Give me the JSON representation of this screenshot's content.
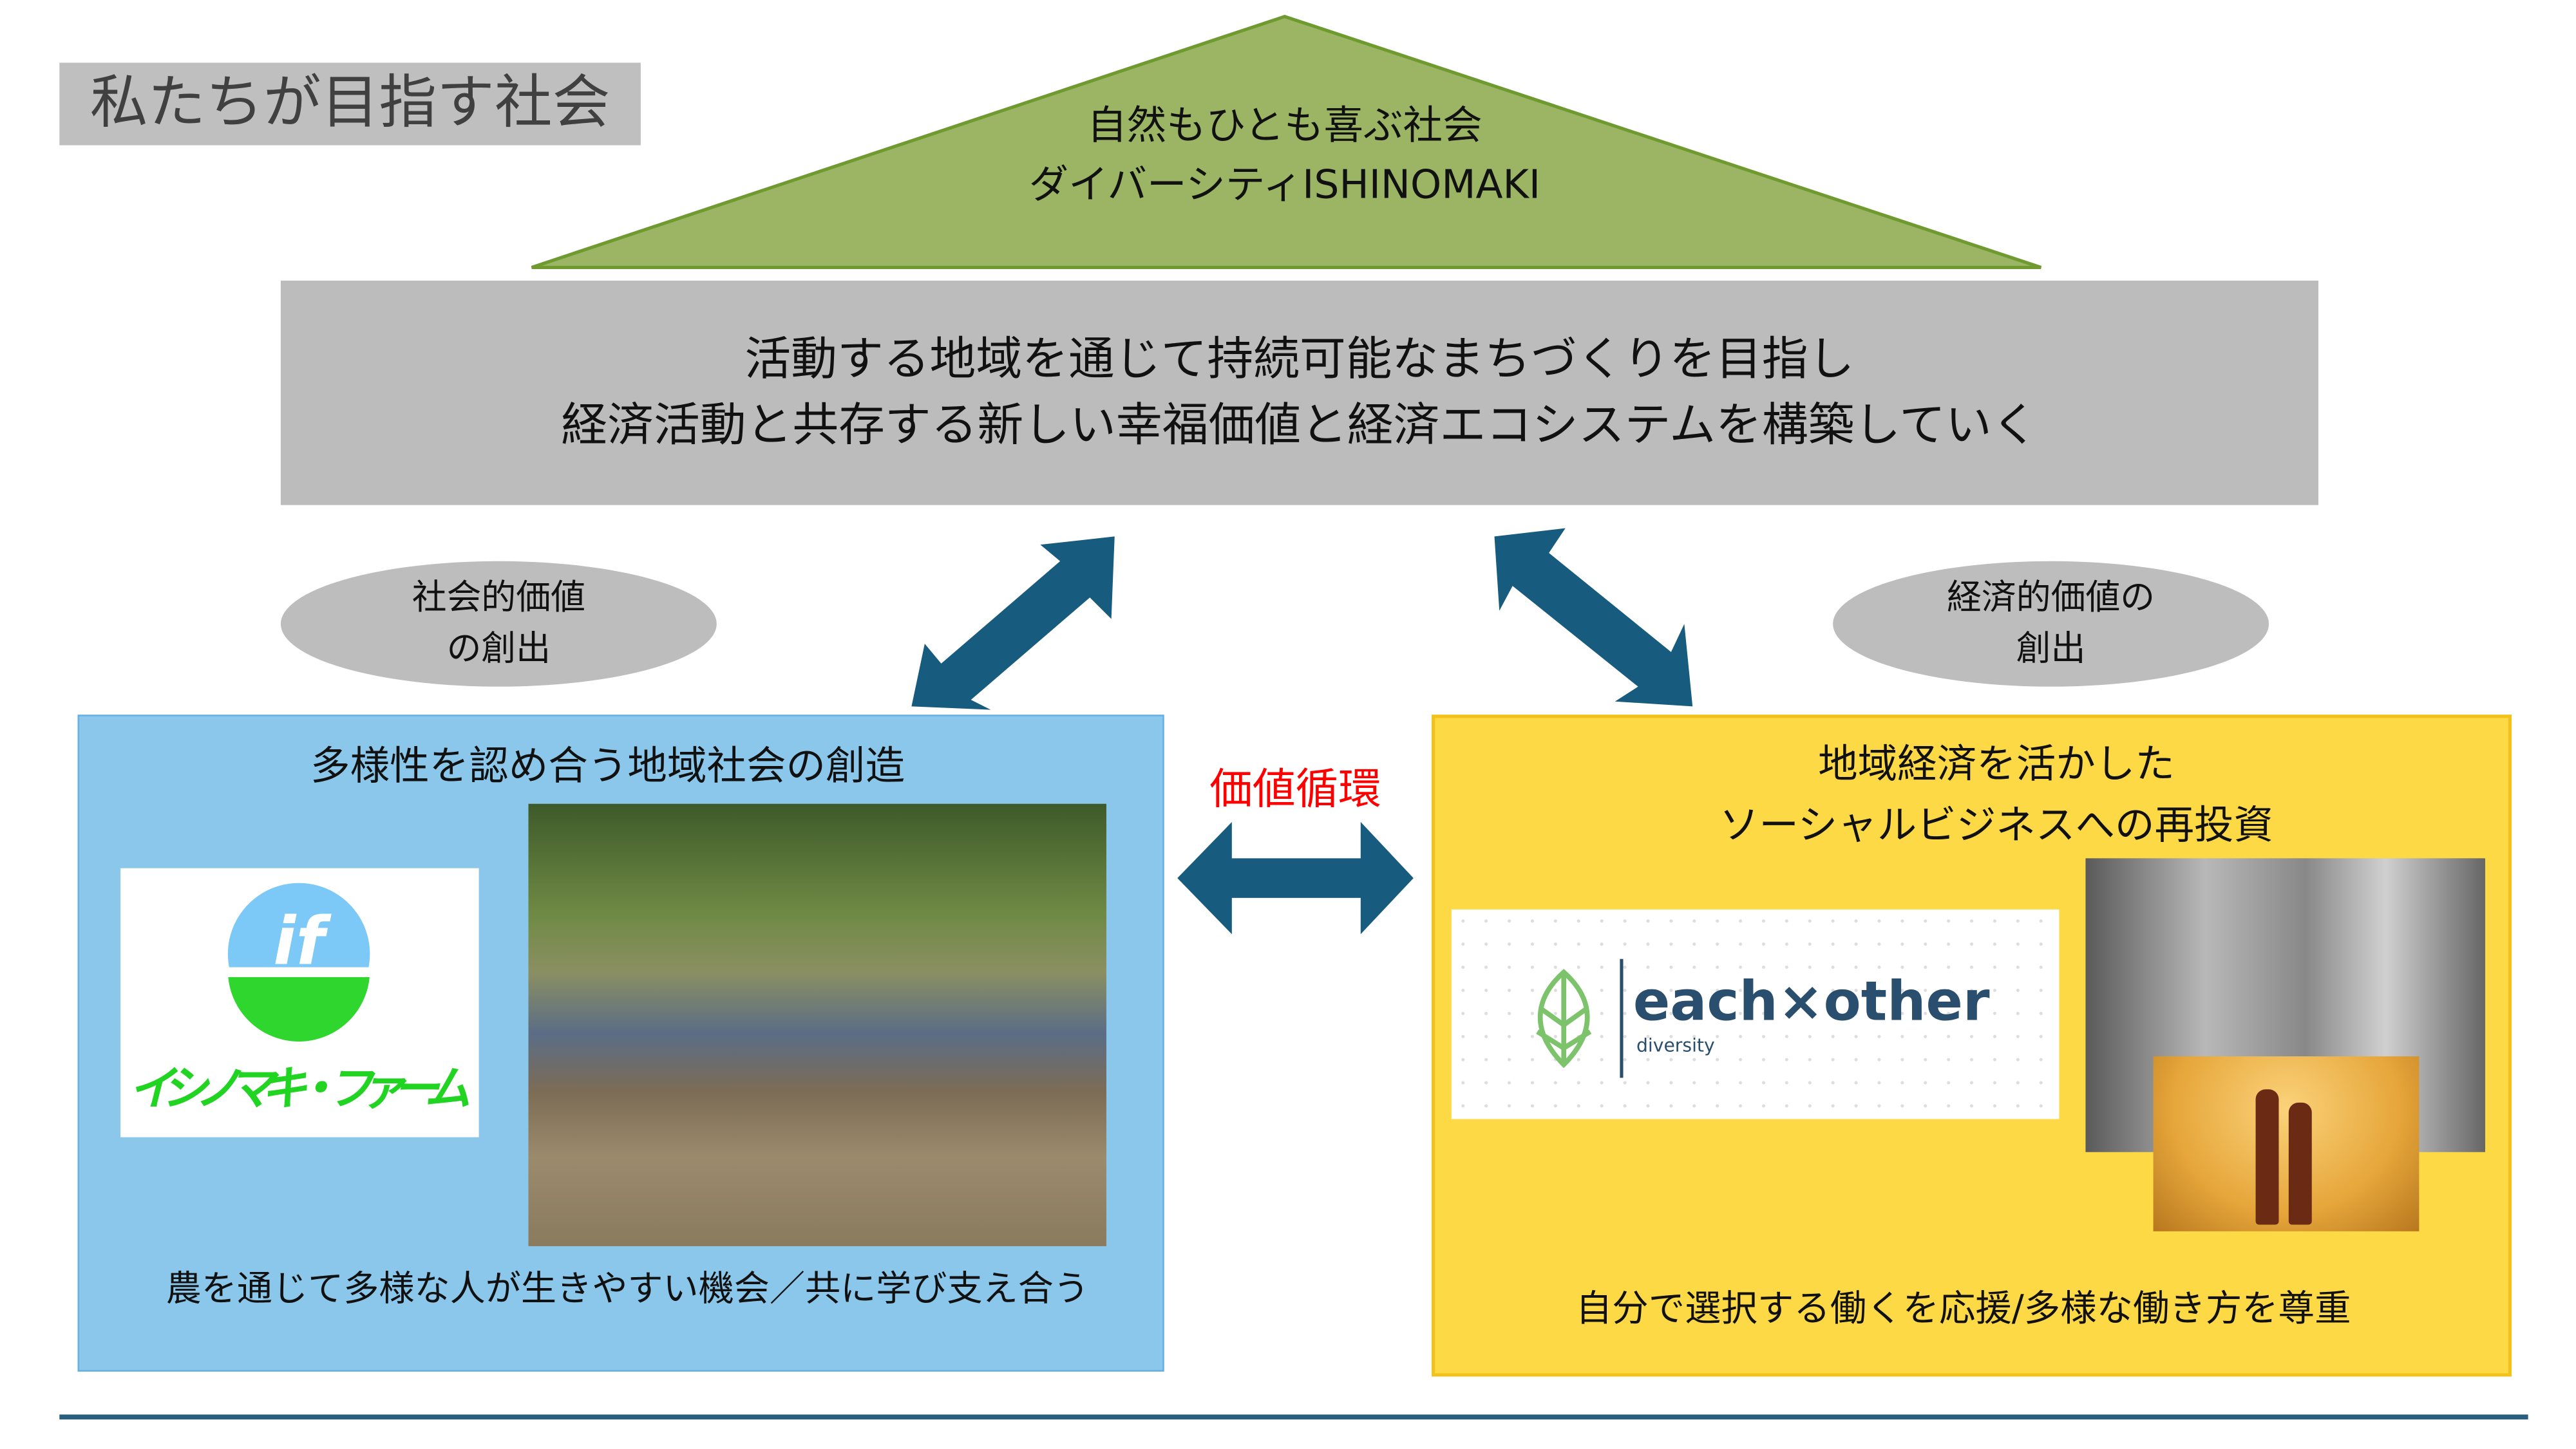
{
  "title": "私たちが目指す社会",
  "vision": {
    "line1": "自然もひとも喜ぶ社会",
    "line2": "ダイバーシティISHINOMAKI"
  },
  "mission": {
    "line1": "活動する地域を通じて持続可能なまちづくりを目指し",
    "line2": "経済活動と共存する新しい幸福価値と経済エコシステムを構築していく"
  },
  "social_value": {
    "line1": "社会的価値",
    "line2": "の創出"
  },
  "economic_value": {
    "line1": "経済的価値の",
    "line2": "創出"
  },
  "value_cycle": "価値循環",
  "left_box": {
    "title": "多様性を認め合う地域社会の創造",
    "logo_text": "イシノマキ・ファーム",
    "logo_mark": "if",
    "caption": "農を通じて多様な人が生きやすい機会／共に学び支え合う"
  },
  "right_box": {
    "title_line1": "地域経済を活かした",
    "title_line2": "ソーシャルビジネスへの再投資",
    "logo_name": "each×other",
    "logo_sub": "diversity",
    "caption": "自分で選択する働くを応援/多様な働き方を尊重"
  },
  "colors": {
    "triangle": "#9bb565",
    "arrow": "#175b7e",
    "blue_box": "#8bc7ea",
    "yellow_box": "#fdd946",
    "cycle_text": "#ff0000"
  }
}
